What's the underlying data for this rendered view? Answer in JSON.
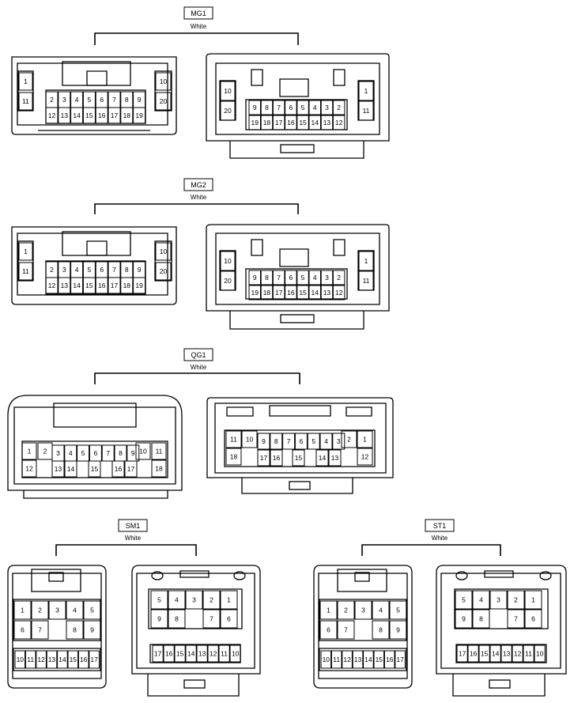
{
  "connectors": [
    {
      "tag": "MG1",
      "color": "White",
      "left_pins": [
        [
          "1",
          "",
          "",
          "",
          "",
          "",
          "",
          "",
          "",
          "",
          "10"
        ],
        [
          "11",
          "2",
          "3",
          "4",
          "5",
          "6",
          "7",
          "8",
          "9",
          "20"
        ],
        [
          "12",
          "13",
          "14",
          "15",
          "16",
          "17",
          "18",
          "19"
        ]
      ],
      "right_pins": [
        [
          "10",
          "1"
        ],
        [
          "20",
          "11"
        ],
        [
          "9",
          "8",
          "7",
          "6",
          "5",
          "4",
          "3",
          "2"
        ],
        [
          "19",
          "18",
          "17",
          "16",
          "15",
          "14",
          "13",
          "12"
        ]
      ]
    },
    {
      "tag": "MG2",
      "color": "White",
      "left_pins": [
        [
          "1",
          "",
          "",
          "",
          "",
          "",
          "",
          "",
          "",
          "",
          "10"
        ],
        [
          "11",
          "2",
          "3",
          "4",
          "5",
          "6",
          "7",
          "8",
          "9",
          "20"
        ],
        [
          "12",
          "13",
          "14",
          "15",
          "16",
          "17",
          "18",
          "19"
        ]
      ],
      "right_pins": [
        [
          "10",
          "1"
        ],
        [
          "20",
          "11"
        ],
        [
          "9",
          "8",
          "7",
          "6",
          "5",
          "4",
          "3",
          "2"
        ],
        [
          "19",
          "18",
          "17",
          "16",
          "15",
          "14",
          "13",
          "12"
        ]
      ]
    },
    {
      "tag": "QG1",
      "color": "White",
      "left_pins": [
        [
          "1",
          "2",
          "3",
          "4",
          "5",
          "6",
          "7",
          "8",
          "9",
          "10",
          "11"
        ],
        [
          "12",
          "13",
          "14",
          "15",
          "16",
          "17",
          "18"
        ]
      ],
      "right_pins": [
        [
          "11",
          "10",
          "9",
          "8",
          "7",
          "6",
          "5",
          "4",
          "3",
          "2",
          "1"
        ],
        [
          "18",
          "17",
          "16",
          "15",
          "14",
          "13",
          "12"
        ]
      ]
    },
    {
      "tag": "SM1",
      "color": "White",
      "left_pins": [
        [
          "1",
          "2",
          "3",
          "4",
          "5"
        ],
        [
          "6",
          "7",
          "8",
          "9"
        ],
        [
          "10",
          "11",
          "12",
          "13",
          "14",
          "15",
          "16",
          "17"
        ]
      ],
      "right_pins": [
        [
          "5",
          "4",
          "3",
          "2",
          "1"
        ],
        [
          "9",
          "8",
          "7",
          "6"
        ],
        [
          "17",
          "16",
          "15",
          "14",
          "13",
          "12",
          "11",
          "10"
        ]
      ]
    },
    {
      "tag": "ST1",
      "color": "White",
      "left_pins": [
        [
          "1",
          "2",
          "3",
          "4",
          "5"
        ],
        [
          "6",
          "7",
          "8",
          "9"
        ],
        [
          "10",
          "11",
          "12",
          "13",
          "14",
          "15",
          "16",
          "17"
        ]
      ],
      "right_pins": [
        [
          "5",
          "4",
          "3",
          "2",
          "1"
        ],
        [
          "9",
          "8",
          "7",
          "6"
        ],
        [
          "17",
          "16",
          "15",
          "14",
          "13",
          "12",
          "11",
          "10"
        ]
      ]
    }
  ]
}
